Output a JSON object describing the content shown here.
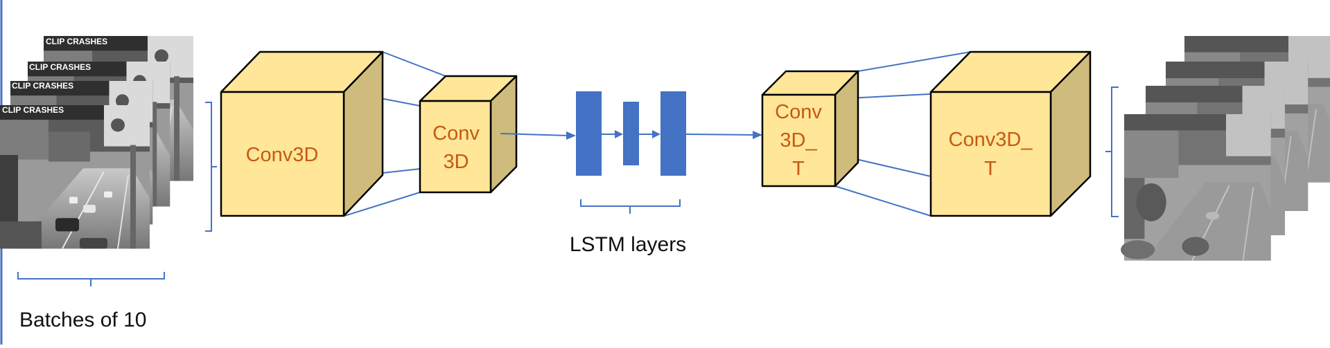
{
  "diagram": {
    "input_caption": "Batches of 10",
    "encoder_big_label": "Conv3D",
    "encoder_small_label_lines": [
      "Conv",
      "3D"
    ],
    "lstm_caption": "LSTM layers",
    "decoder_small_label_lines": [
      "Conv",
      "3D_",
      "T"
    ],
    "decoder_big_label_lines": [
      "Conv3D_",
      "T"
    ],
    "input_frame_sign_text": "CLIP CRASHES",
    "colors": {
      "cube_front": "#ffe699",
      "cube_top": "#ffe699",
      "cube_side": "#cfbb7c",
      "lstm_block": "#4472c4",
      "connector": "#4472c4",
      "brace": "#4472c4",
      "label_orange": "#c55a11",
      "text_black": "#111111",
      "left_border": "#4472c4"
    }
  }
}
